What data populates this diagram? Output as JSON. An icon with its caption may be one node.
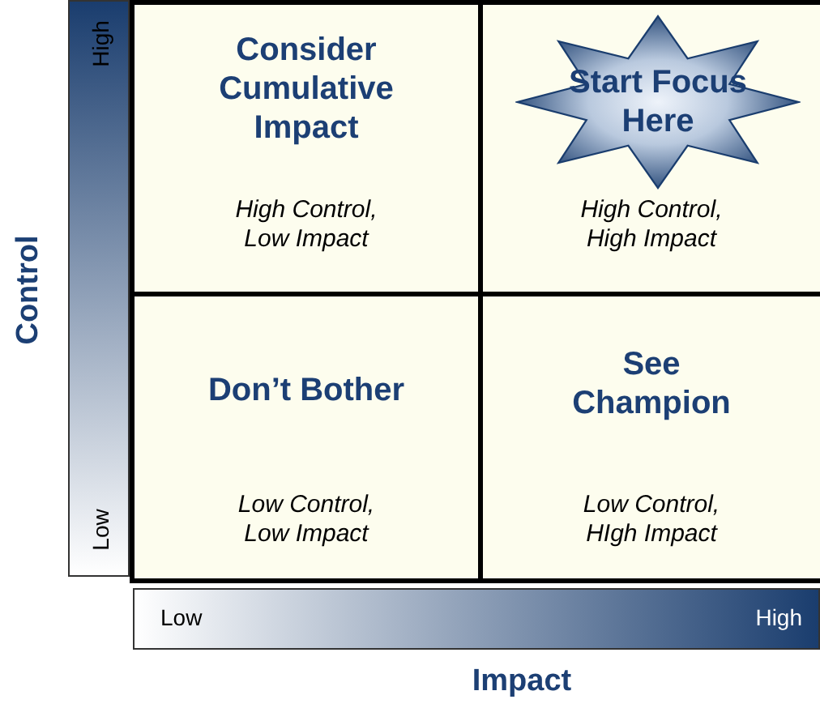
{
  "diagram": {
    "nodes": [
      {
        "text": [
          "Consider Cumulative Impact",
          "High Control, Low Impact"
        ]
      },
      {
        "text": [
          "High Control, High Impact"
        ]
      },
      {
        "text": [
          "Don’t Bother",
          "Low Control, Low Impact"
        ]
      },
      {
        "text": [
          "See Champion",
          "Low Control, HIgh Impact"
        ]
      },
      {
        "text": [
          "Start Focus Here"
        ],
        "in": 1
      }
    ],
    "edges": [],
    "labels": [
      "High",
      "Control",
      "Low",
      "Low",
      "High",
      "Impact"
    ]
  }
}
